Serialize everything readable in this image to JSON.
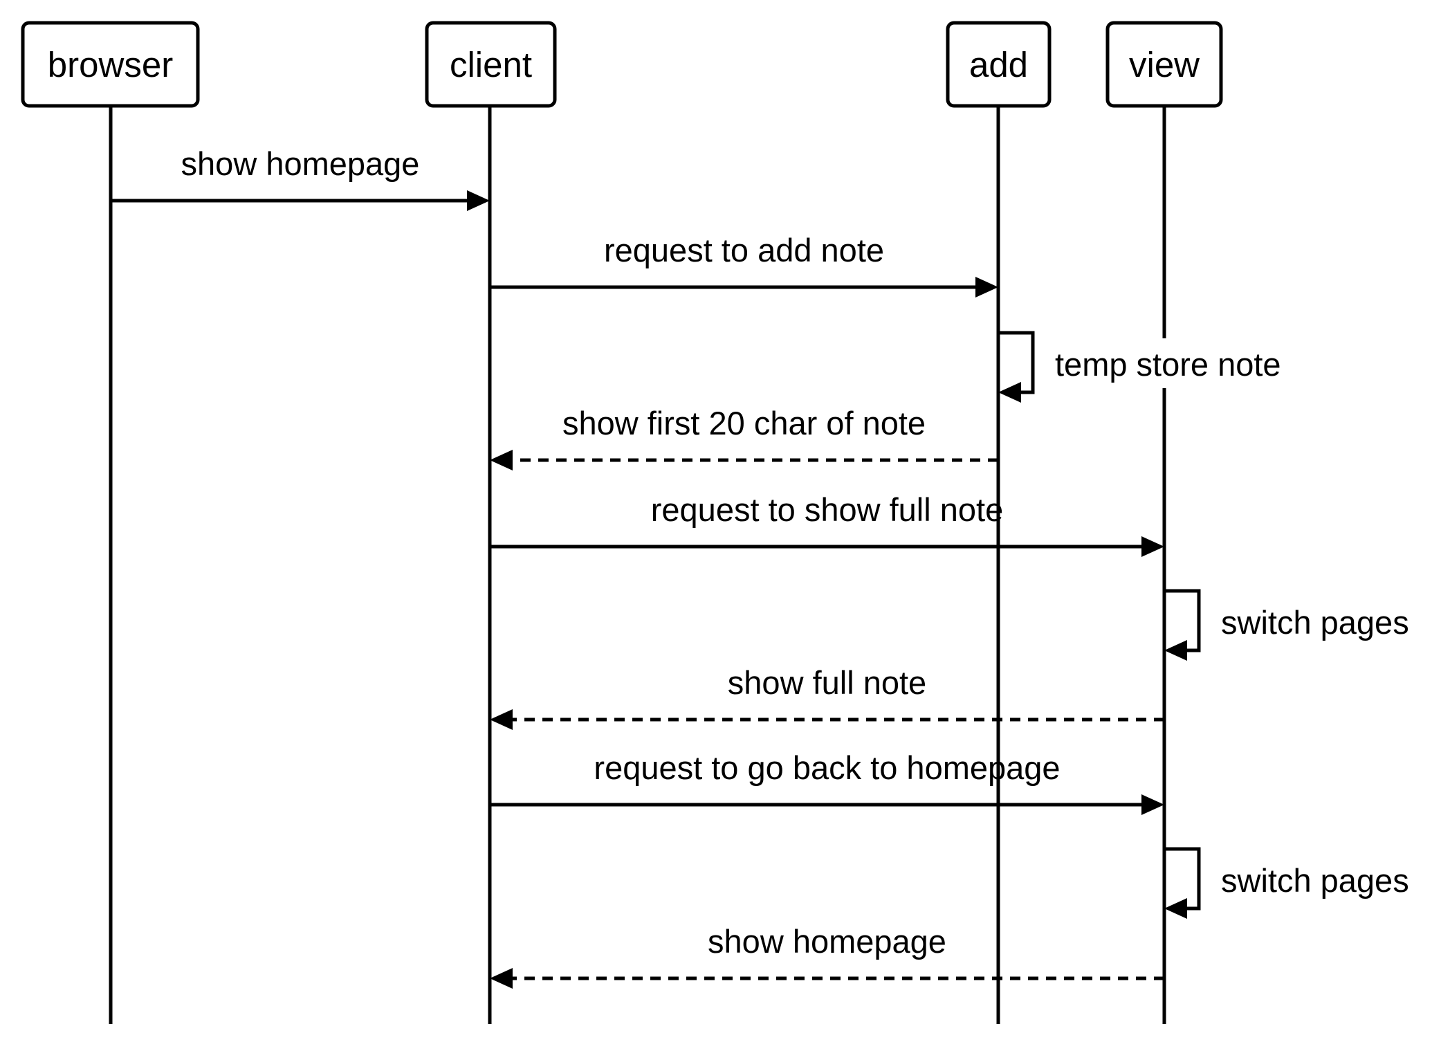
{
  "participants": [
    {
      "id": "browser",
      "label": "browser"
    },
    {
      "id": "client",
      "label": "client"
    },
    {
      "id": "add",
      "label": "add"
    },
    {
      "id": "view",
      "label": "view"
    }
  ],
  "messages": [
    {
      "from": "browser",
      "to": "client",
      "label": "show homepage",
      "style": "solid"
    },
    {
      "from": "client",
      "to": "add",
      "label": "request to add note",
      "style": "solid"
    },
    {
      "from": "add",
      "to": "add",
      "label": "temp store note",
      "style": "self"
    },
    {
      "from": "add",
      "to": "client",
      "label": "show first 20 char of note",
      "style": "dashed"
    },
    {
      "from": "client",
      "to": "view",
      "label": "request to show full note",
      "style": "solid"
    },
    {
      "from": "view",
      "to": "view",
      "label": "switch pages",
      "style": "self"
    },
    {
      "from": "view",
      "to": "client",
      "label": "show full note",
      "style": "dashed"
    },
    {
      "from": "client",
      "to": "view",
      "label": "request to go back to homepage",
      "style": "solid"
    },
    {
      "from": "view",
      "to": "view",
      "label": "switch pages",
      "style": "self"
    },
    {
      "from": "view",
      "to": "client",
      "label": "show homepage",
      "style": "dashed"
    }
  ]
}
